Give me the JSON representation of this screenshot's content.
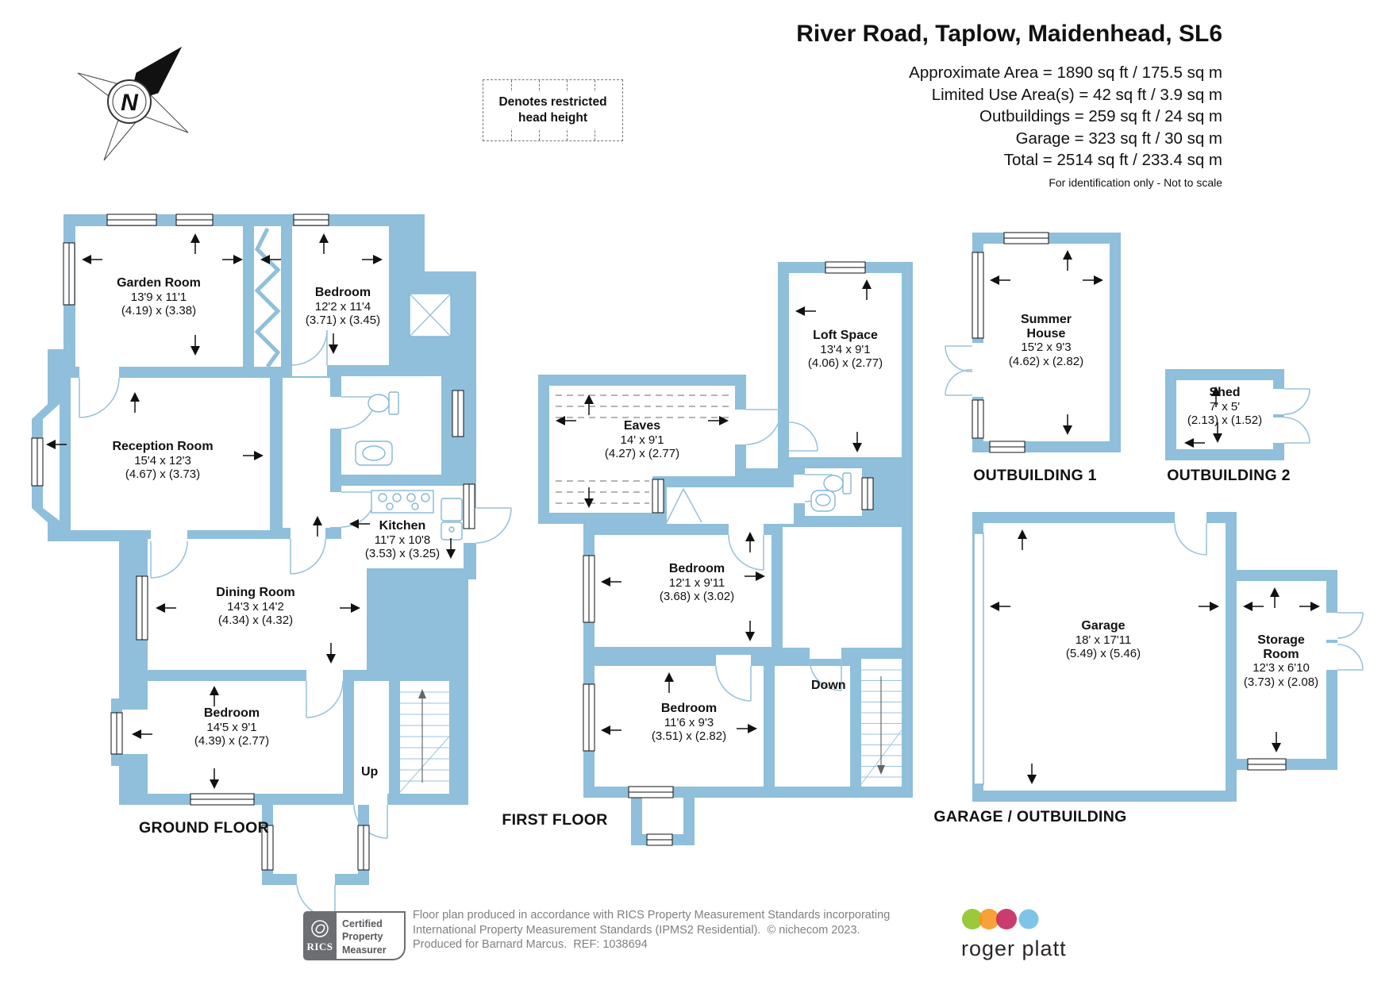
{
  "title": "River Road, Taplow, Maidenhead, SL6",
  "area_summary": {
    "approximate": "Approximate Area = 1890 sq ft / 175.5 sq m",
    "limited_use": "Limited Use Area(s) = 42 sq ft / 3.9 sq m",
    "outbuildings": "Outbuildings = 259 sq ft / 24 sq m",
    "garage": "Garage = 323 sq ft / 30 sq m",
    "total": "Total = 2514 sq ft / 233.4 sq m",
    "note": "For identification only - Not to scale"
  },
  "legend": {
    "restricted_head_height": "Denotes restricted head height"
  },
  "compass": {
    "north": "N"
  },
  "floors": {
    "ground": {
      "label": "GROUND FLOOR",
      "stairs": "Up",
      "rooms": [
        {
          "name": "Garden Room",
          "imperial": "13'9 x 11'1",
          "metric": "(4.19) x (3.38)"
        },
        {
          "name": "Bedroom",
          "imperial": "12'2 x 11'4",
          "metric": "(3.71) x (3.45)"
        },
        {
          "name": "Reception Room",
          "imperial": "15'4 x 12'3",
          "metric": "(4.67) x (3.73)"
        },
        {
          "name": "Kitchen",
          "imperial": "11'7 x 10'8",
          "metric": "(3.53) x (3.25)"
        },
        {
          "name": "Dining Room",
          "imperial": "14'3 x 14'2",
          "metric": "(4.34) x (4.32)"
        },
        {
          "name": "Bedroom",
          "imperial": "14'5 x 9'1",
          "metric": "(4.39) x (2.77)"
        }
      ]
    },
    "first": {
      "label": "FIRST FLOOR",
      "stairs": "Down",
      "rooms": [
        {
          "name": "Eaves",
          "imperial": "14' x 9'1",
          "metric": "(4.27) x (2.77)"
        },
        {
          "name": "Loft Space",
          "imperial": "13'4 x 9'1",
          "metric": "(4.06) x (2.77)"
        },
        {
          "name": "Bedroom",
          "imperial": "12'1 x 9'11",
          "metric": "(3.68) x (3.02)"
        },
        {
          "name": "Bedroom",
          "imperial": "11'6 x 9'3",
          "metric": "(3.51) x (2.82)"
        }
      ]
    },
    "outbuilding1": {
      "label": "OUTBUILDING 1",
      "rooms": [
        {
          "name": "Summer House",
          "imperial": "15'2 x 9'3",
          "metric": "(4.62) x (2.82)"
        }
      ]
    },
    "outbuilding2": {
      "label": "OUTBUILDING 2",
      "rooms": [
        {
          "name": "Shed",
          "imperial": "7' x 5'",
          "metric": "(2.13) x (1.52)"
        }
      ]
    },
    "garage_outbuilding": {
      "label": "GARAGE / OUTBUILDING",
      "rooms": [
        {
          "name": "Garage",
          "imperial": "18' x 17'11",
          "metric": "(5.49) x (5.46)"
        },
        {
          "name": "Storage Room",
          "imperial": "12'3 x 6'10",
          "metric": "(3.73) x (2.08)"
        }
      ]
    }
  },
  "footer": {
    "rics_label": "RICS",
    "certification": "Certified Property Measurer",
    "line1": "Floor plan produced in accordance with RICS Property Measurement Standards incorporating",
    "line2": "International Property Measurement Standards (IPMS2 Residential).",
    "copyright": "© nichecom 2023.",
    "produced_for": "Produced for Barnard Marcus.",
    "ref": "REF:  1038694",
    "agent": "roger platt"
  },
  "colors": {
    "wall": "#8fbfdb",
    "door_arc": "#9cc3da",
    "fixture": "#85b7d4",
    "logo_green": "#9aca3c",
    "logo_orange": "#f7941e",
    "logo_crimson": "#c52b63",
    "logo_blue": "#7ec4e8",
    "rics_gray": "#6d6e71"
  }
}
